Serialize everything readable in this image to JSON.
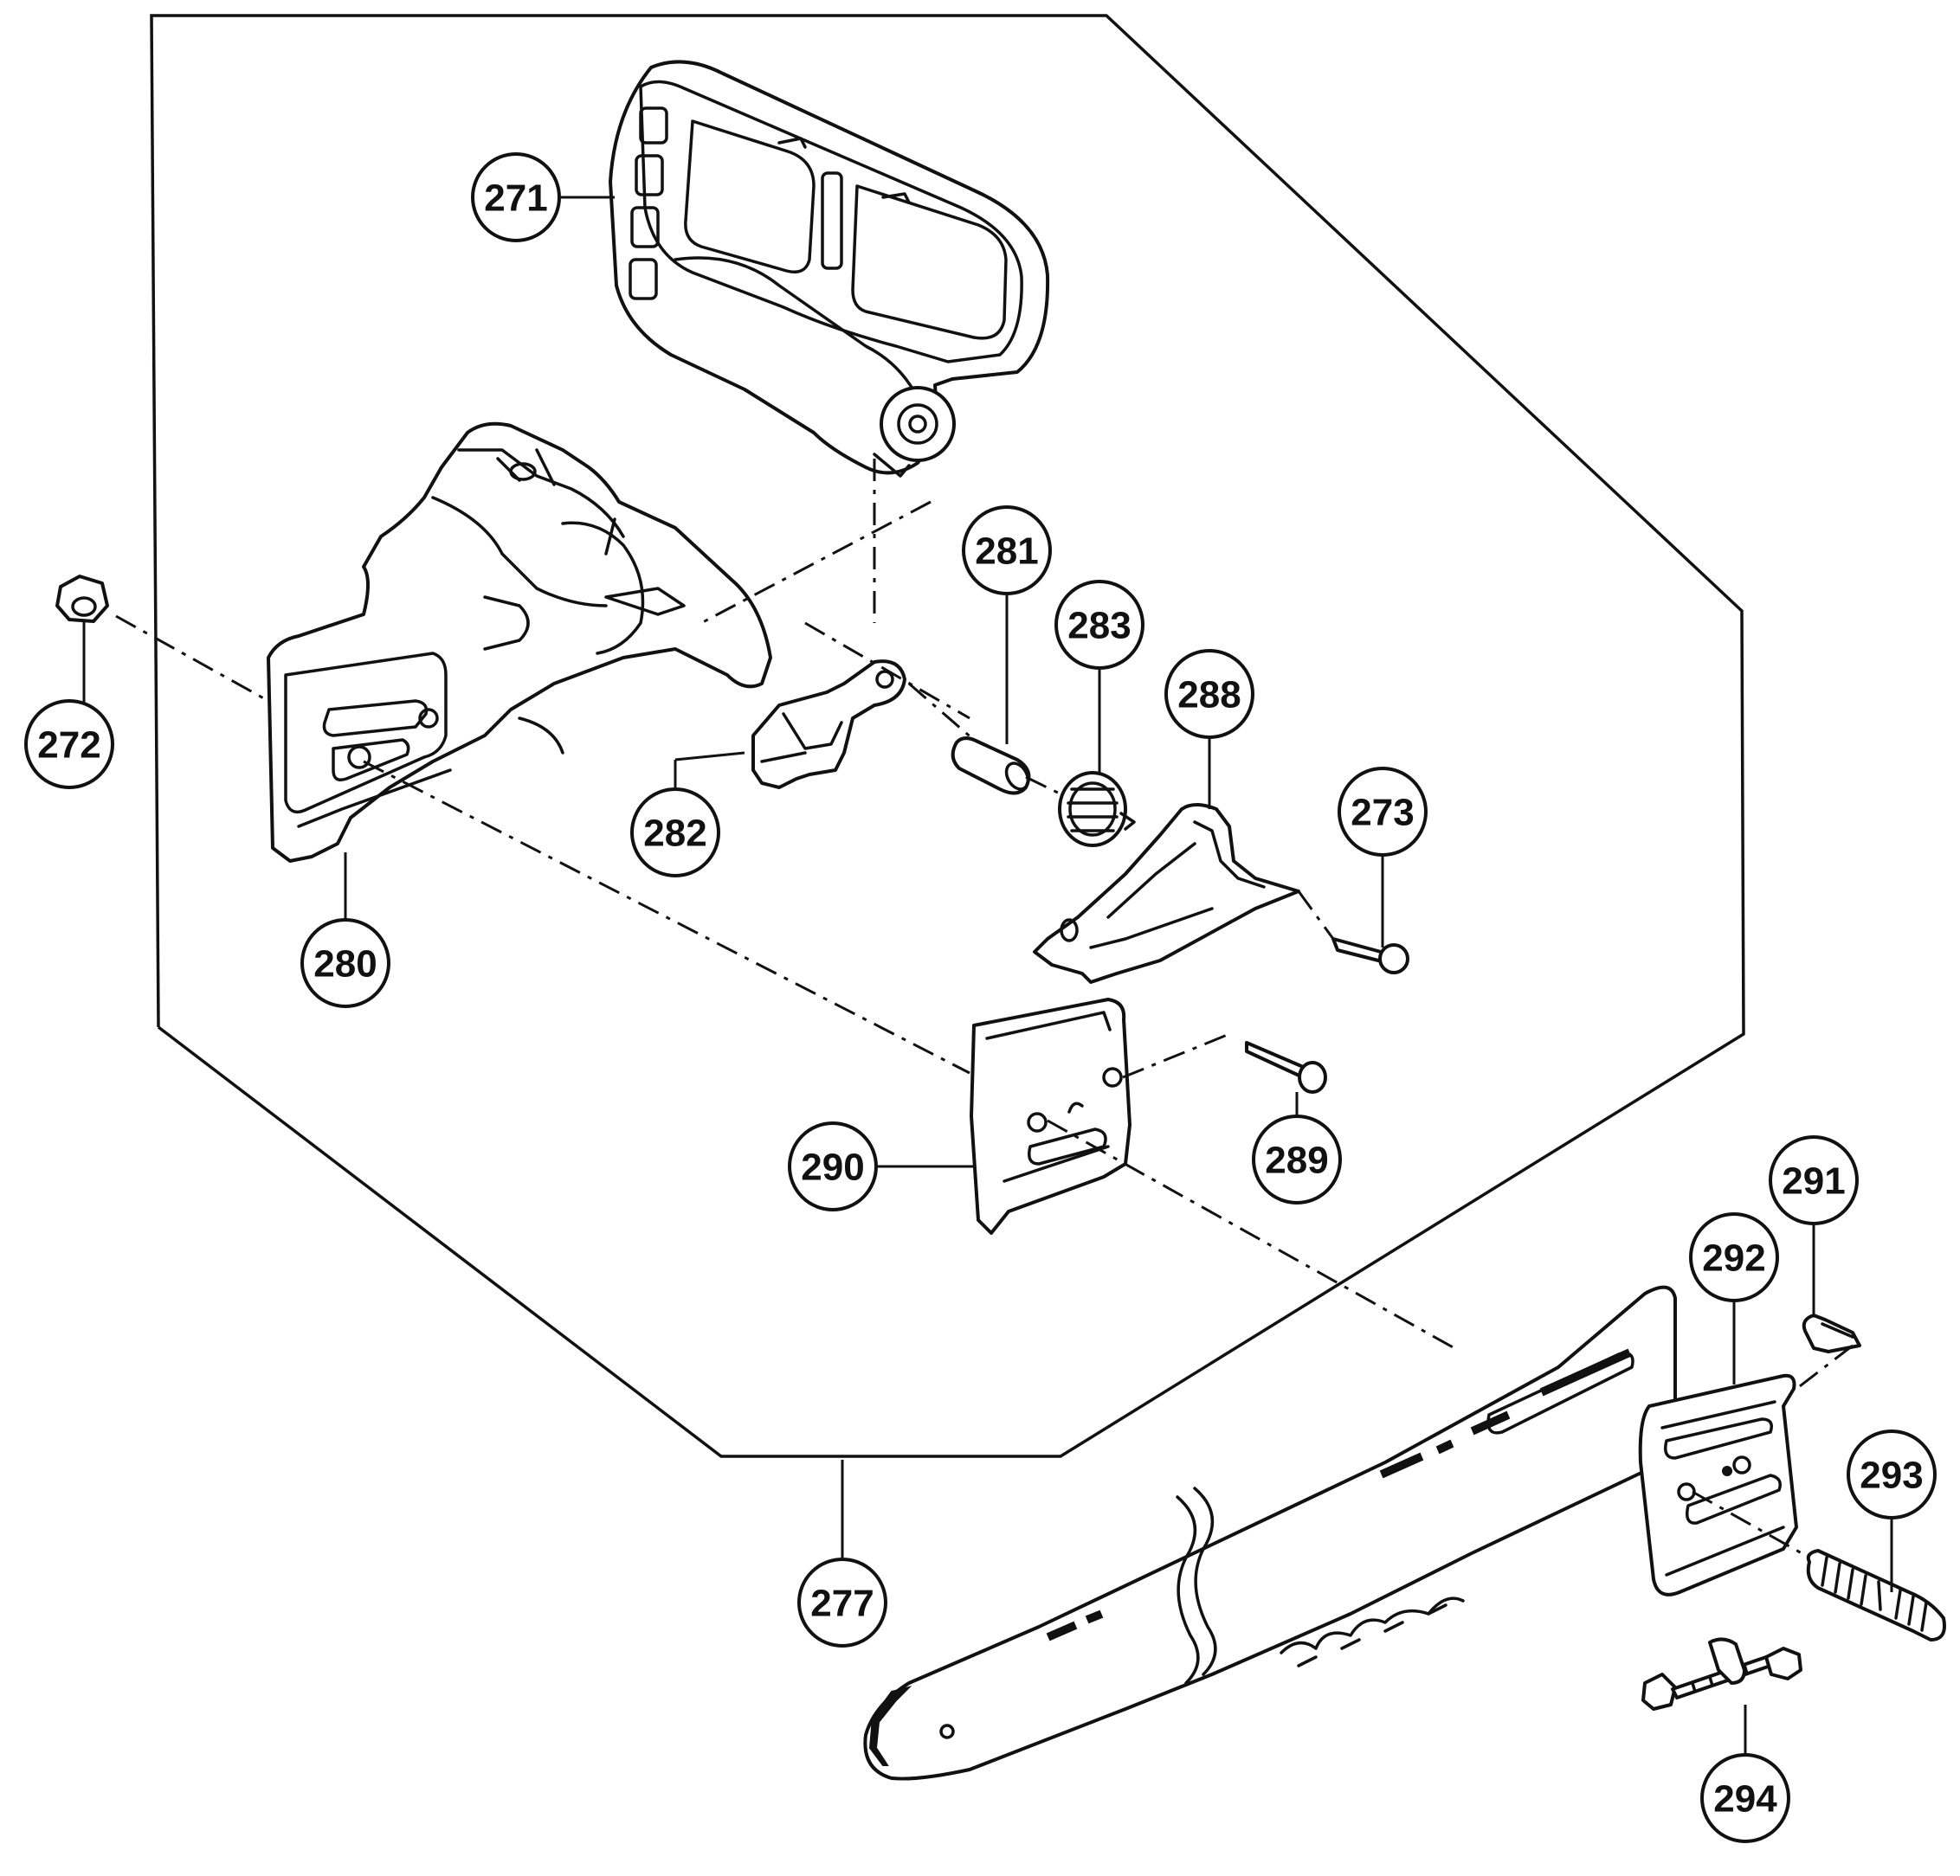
{
  "callouts": {
    "p271": "271",
    "p272": "272",
    "p273": "273",
    "p277": "277",
    "p280": "280",
    "p281": "281",
    "p282": "282",
    "p283": "283",
    "p288": "288",
    "p289": "289",
    "p290": "290",
    "p291": "291",
    "p292": "292",
    "p293": "293",
    "p294": "294"
  }
}
